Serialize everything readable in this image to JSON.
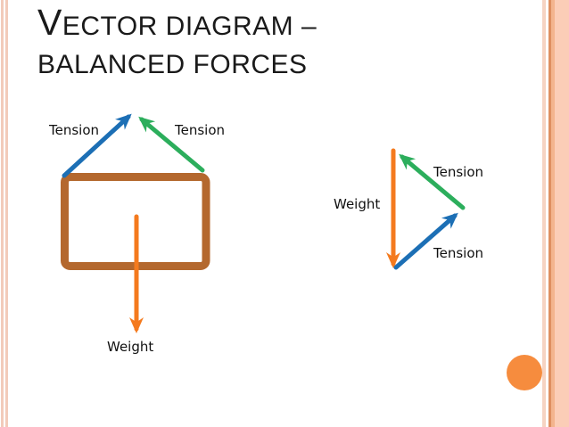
{
  "slide": {
    "title": {
      "line1_lead": "V",
      "line1_rest": "ECTOR DIAGRAM –",
      "line2": "BALANCED FORCES"
    }
  },
  "left_diagram": {
    "label_tension_left": "Tension",
    "label_tension_right": "Tension",
    "label_weight": "Weight"
  },
  "right_diagram": {
    "label_tension_top": "Tension",
    "label_tension_bottom": "Tension",
    "label_weight": "Weight"
  },
  "colors": {
    "tension_blue": "#1C6FB5",
    "tension_green": "#2CAE5C",
    "weight_orange": "#F47A1E",
    "frame_brown": "#B4682E",
    "accent_circle_orange": "#F68C3E",
    "border_peach_stripe": "#F2CBBA",
    "border_peach_band": "#FBCDB7",
    "border_orange_line": "#DE8F60",
    "title_text": "#1A1A1A"
  }
}
